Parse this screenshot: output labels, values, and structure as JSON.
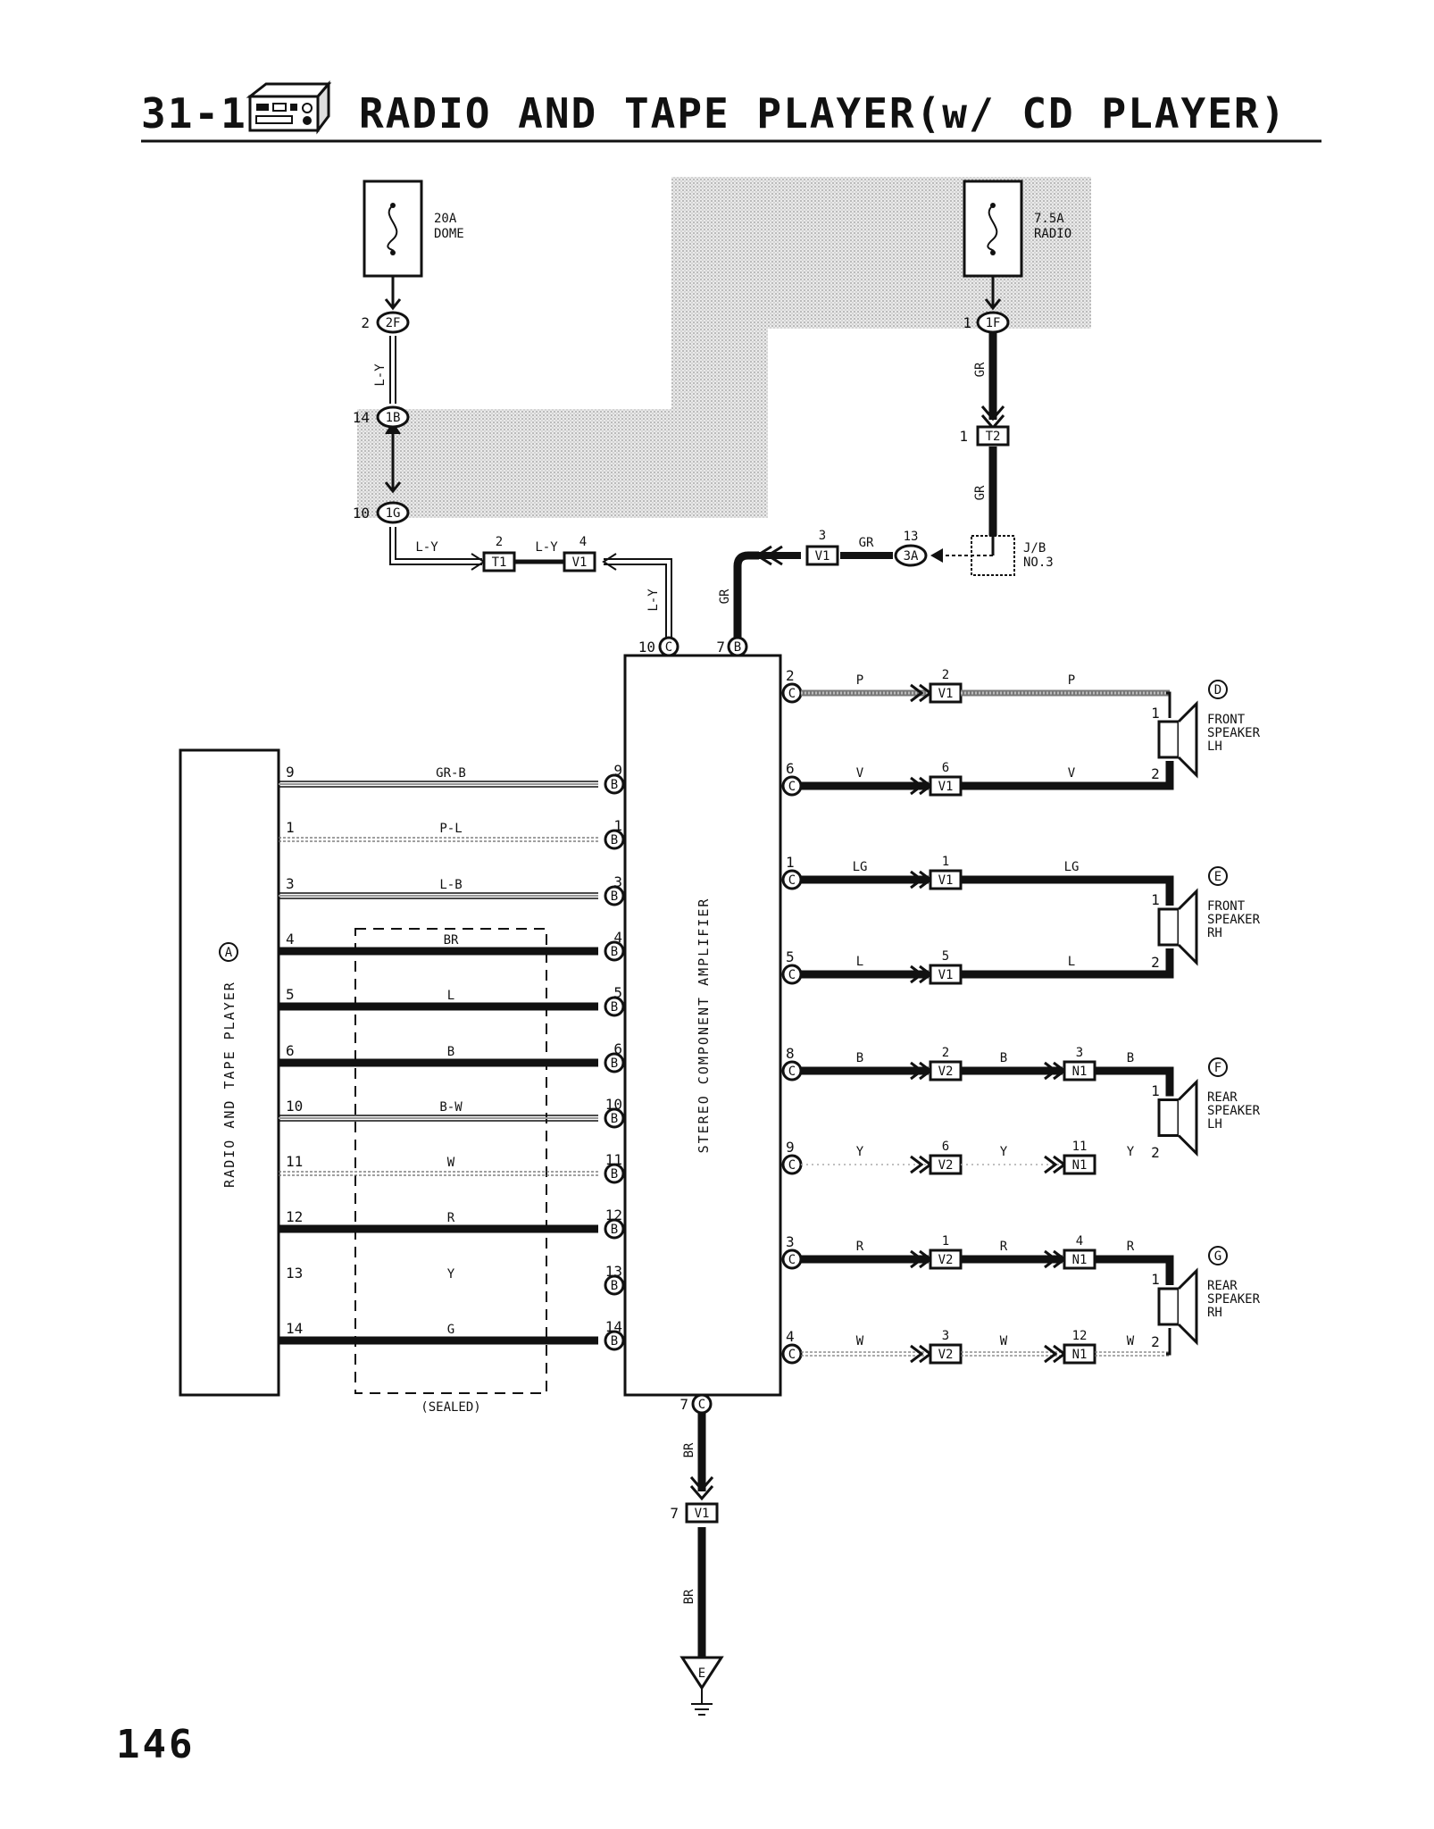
{
  "header": {
    "section_number": "31-1",
    "title": "RADIO AND TAPE PLAYER(w/ CD PLAYER)"
  },
  "page_number": "146",
  "fuses": [
    {
      "rating": "20A",
      "name": "DOME"
    },
    {
      "rating": "7.5A",
      "name": "RADIO"
    }
  ],
  "junction_block": {
    "line1": "J/B",
    "line2": "NO.3"
  },
  "components": {
    "radio_tape_player": {
      "code": "A",
      "label": "RADIO AND TAPE PLAYER"
    },
    "amplifier": {
      "label": "STEREO COMPONENT AMPLIFIER"
    },
    "ground": {
      "code": "E"
    },
    "sealed_label": "(SEALED)"
  },
  "speakers": [
    {
      "code": "D",
      "lines": [
        "FRONT",
        "SPEAKER",
        "LH"
      ]
    },
    {
      "code": "E",
      "lines": [
        "FRONT",
        "SPEAKER",
        "RH"
      ]
    },
    {
      "code": "F",
      "lines": [
        "REAR",
        "SPEAKER",
        "LH"
      ]
    },
    {
      "code": "G",
      "lines": [
        "REAR",
        "SPEAKER",
        "RH"
      ]
    }
  ],
  "connectors": {
    "c2F": "2F",
    "p2F": "2",
    "c1B": "1B",
    "p1B": "14",
    "c1G": "1G",
    "p1G": "10",
    "c1F": "1F",
    "p1F": "1",
    "cT2": "T2",
    "pT2": "1",
    "cT1": "T1",
    "pT1": "2",
    "cV1a": "V1",
    "pV1a": "4",
    "cV1b": "V1",
    "pV1b": "3",
    "c3A": "3A",
    "p3A": "13",
    "cV1g": "V1",
    "pV1g": "7",
    "amp_top_c": "C",
    "amp_top_c_pin": "10",
    "amp_top_b": "B",
    "amp_top_b_pin": "7",
    "amp_bottom_c": "C",
    "amp_bottom_c_pin": "7"
  },
  "wire_colors": {
    "ly1": "L-Y",
    "ly2": "L-Y",
    "ly3": "L-Y",
    "ly4": "L-Y",
    "gr1": "GR",
    "gr2": "GR",
    "gr3": "GR",
    "gr4": "GR",
    "br1": "BR",
    "br2": "BR"
  },
  "left_bus": [
    {
      "pin": "9",
      "color": "GR-B",
      "amp_pin": "9",
      "conn": "B"
    },
    {
      "pin": "1",
      "color": "P-L",
      "amp_pin": "1",
      "conn": "B"
    },
    {
      "pin": "3",
      "color": "L-B",
      "amp_pin": "3",
      "conn": "B"
    },
    {
      "pin": "4",
      "color": "BR",
      "amp_pin": "4",
      "conn": "B"
    },
    {
      "pin": "5",
      "color": "L",
      "amp_pin": "5",
      "conn": "B"
    },
    {
      "pin": "6",
      "color": "B",
      "amp_pin": "6",
      "conn": "B"
    },
    {
      "pin": "10",
      "color": "B-W",
      "amp_pin": "10",
      "conn": "B"
    },
    {
      "pin": "11",
      "color": "W",
      "amp_pin": "11",
      "conn": "B"
    },
    {
      "pin": "12",
      "color": "R",
      "amp_pin": "12",
      "conn": "B"
    },
    {
      "pin": "13",
      "color": "Y",
      "amp_pin": "13",
      "conn": "B"
    },
    {
      "pin": "14",
      "color": "G",
      "amp_pin": "14",
      "conn": "B"
    }
  ],
  "right_bus": [
    {
      "amp_pin": "2",
      "conn": "C",
      "c1": "P",
      "j1pin": "2",
      "j1": "V1",
      "c2": "P",
      "spk_pin": "1"
    },
    {
      "amp_pin": "6",
      "conn": "C",
      "c1": "V",
      "j1pin": "6",
      "j1": "V1",
      "c2": "V",
      "spk_pin": "2"
    },
    {
      "amp_pin": "1",
      "conn": "C",
      "c1": "LG",
      "j1pin": "1",
      "j1": "V1",
      "c2": "LG",
      "spk_pin": "1"
    },
    {
      "amp_pin": "5",
      "conn": "C",
      "c1": "L",
      "j1pin": "5",
      "j1": "V1",
      "c2": "L",
      "spk_pin": "2"
    },
    {
      "amp_pin": "8",
      "conn": "C",
      "c1": "B",
      "j1pin": "2",
      "j1": "V2",
      "c2": "B",
      "j2pin": "3",
      "j2": "N1",
      "c3": "B",
      "spk_pin": "1"
    },
    {
      "amp_pin": "9",
      "conn": "C",
      "c1": "Y",
      "j1pin": "6",
      "j1": "V2",
      "c2": "Y",
      "j2pin": "11",
      "j2": "N1",
      "c3": "Y",
      "spk_pin": "2"
    },
    {
      "amp_pin": "3",
      "conn": "C",
      "c1": "R",
      "j1pin": "1",
      "j1": "V2",
      "c2": "R",
      "j2pin": "4",
      "j2": "N1",
      "c3": "R",
      "spk_pin": "1"
    },
    {
      "amp_pin": "4",
      "conn": "C",
      "c1": "W",
      "j1pin": "3",
      "j1": "V2",
      "c2": "W",
      "j2pin": "12",
      "j2": "N1",
      "c3": "W",
      "spk_pin": "2"
    }
  ]
}
